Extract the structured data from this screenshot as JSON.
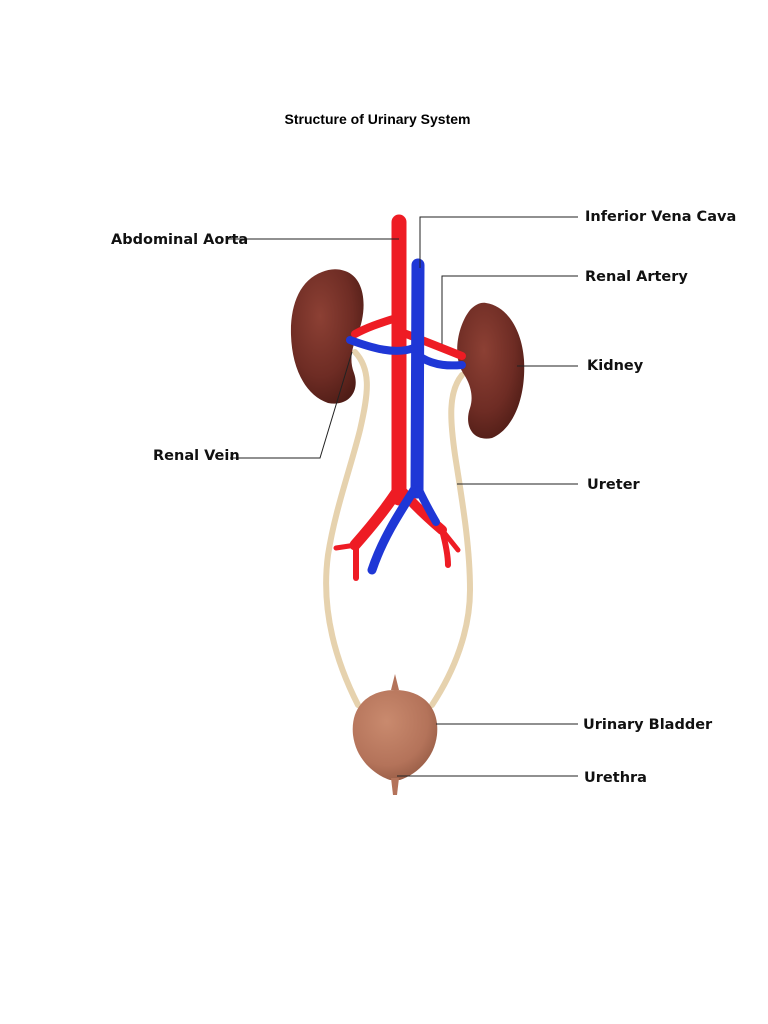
{
  "title": "Structure of Urinary System",
  "labels": {
    "abdominal_aorta": "Abdominal Aorta",
    "inferior_vena_cava": "Inferior Vena Cava",
    "renal_artery": "Renal Artery",
    "kidney": "Kidney",
    "renal_vein": "Renal Vein",
    "ureter": "Ureter",
    "urinary_bladder": "Urinary Bladder",
    "urethra": "Urethra"
  },
  "colors": {
    "artery": "#ee1c24",
    "vein": "#1f37d6",
    "kidney": "#6e2c24",
    "ureter": "#e6d2ae",
    "bladder": "#b4735a",
    "label_text": "#111111",
    "leader_line": "#222222"
  }
}
